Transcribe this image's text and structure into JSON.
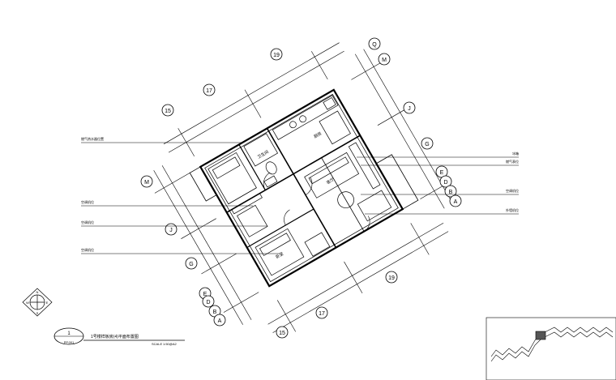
{
  "drawing": {
    "title": "1号楼样板房(4)平面布置图",
    "scale_label": "SCALE",
    "scale_value": "1:50@A2",
    "detail_number": "1",
    "sheet_number": "PP.001"
  },
  "grid_labels": {
    "g19_top": "19",
    "g17_top": "17",
    "g15_top": "15",
    "gM_left": "M",
    "gJ_left": "J",
    "gG_left": "G",
    "gE_left": "E",
    "gD_left": "D",
    "gB_left": "B",
    "gA_left": "A",
    "g19_bottom": "19",
    "g17_bottom": "17",
    "g15_bottom": "15",
    "gQ_right": "Q",
    "gM_right": "M",
    "gJ_right": "J",
    "gG_right": "G",
    "gE_right": "E",
    "gD_right": "D",
    "gB_right": "B",
    "gA_right": "A"
  },
  "room_labels": {
    "kitchen": "厨房",
    "bath": "卫生间",
    "living": "客厅",
    "bedroom": "卧室"
  },
  "callouts_left": [
    "燃气热水器位置",
    "空调机位",
    "空调机位",
    "空调机位"
  ],
  "callouts_right": [
    "冰箱",
    "燃气表位",
    "空调机位",
    "外墙机位"
  ],
  "compass": {
    "top": "N",
    "left": "W",
    "right": "E",
    "bottom": "S"
  },
  "colors": {
    "line": "#000000",
    "background": "#ffffff"
  }
}
